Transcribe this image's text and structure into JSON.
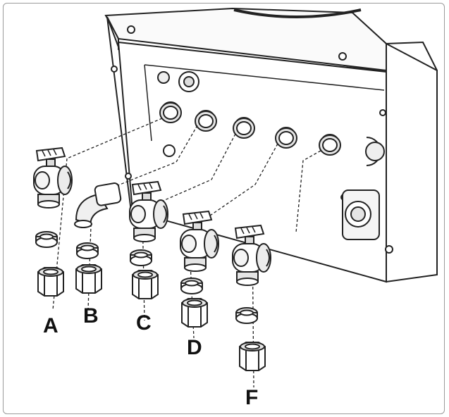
{
  "figure": {
    "kind": "exploded assembly illustration",
    "connection_labels": [
      "A",
      "B",
      "C",
      "D",
      "F"
    ],
    "colors": {
      "line": "#222222",
      "fill": "#ffffff",
      "shade": "#d9d9d9",
      "frame": "#9a9a9a"
    }
  }
}
